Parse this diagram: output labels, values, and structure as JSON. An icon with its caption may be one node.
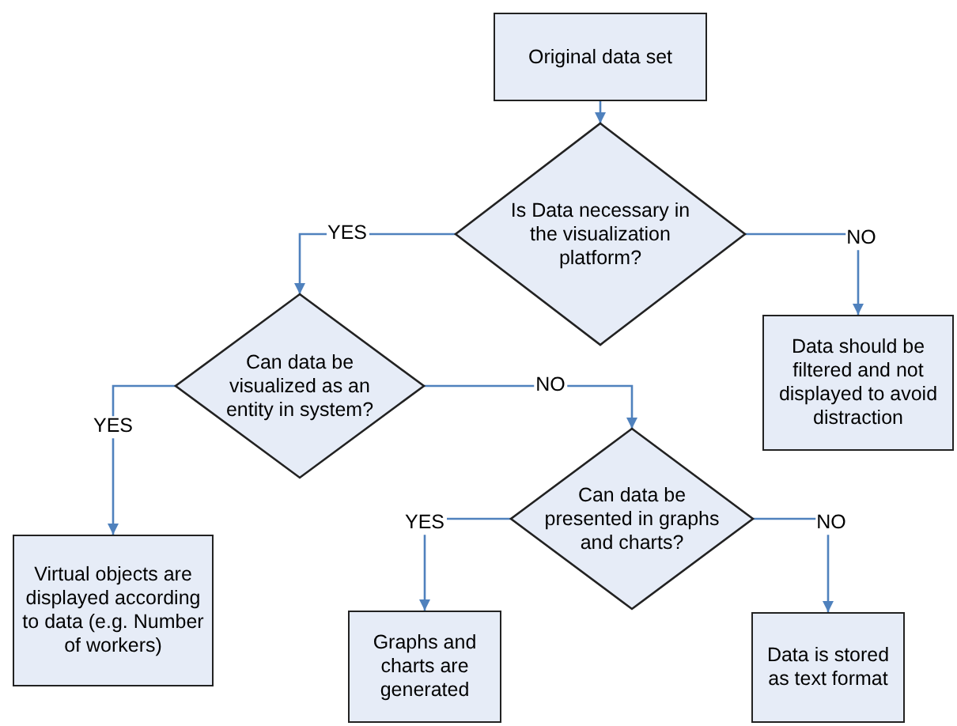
{
  "diagram": {
    "nodes": [
      {
        "text": [
          "Original data set"
        ]
      },
      {
        "text": [
          "Is Data necessary in the visualization platform?"
        ]
      },
      {
        "text": [
          "Can data be visualized as an entity in system?"
        ]
      },
      {
        "text": [
          "Data should be filtered and not displayed to avoid distraction"
        ]
      },
      {
        "text": [
          "Can data be presented in graphs and charts?"
        ]
      },
      {
        "text": [
          "Virtual objects are displayed according to data (e.g. Number of workers)"
        ]
      },
      {
        "text": [
          "Graphs and charts are generated"
        ]
      },
      {
        "text": [
          "Data is stored as text format"
        ]
      }
    ],
    "edges": [
      {
        "from": 0,
        "to": 1,
        "arrow": "to"
      },
      {
        "from": 1,
        "to": 2,
        "arrow": "to",
        "label": "YES"
      },
      {
        "from": 1,
        "to": 3,
        "arrow": "to",
        "label": "NO"
      },
      {
        "from": 2,
        "to": 5,
        "arrow": "to",
        "label": "YES"
      },
      {
        "from": 2,
        "to": 4,
        "arrow": "to",
        "label": "NO"
      },
      {
        "from": 4,
        "to": 6,
        "arrow": "to",
        "label": "YES"
      },
      {
        "from": 4,
        "to": 7,
        "arrow": "to",
        "label": "NO"
      }
    ]
  }
}
